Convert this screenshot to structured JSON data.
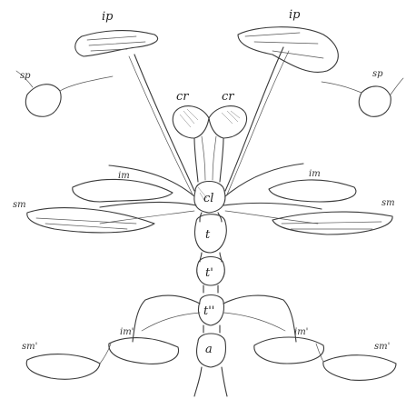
{
  "labels": {
    "ip_left": "ip",
    "ip_right": "ip",
    "sp_left": "sp",
    "sp_right": "sp",
    "cr_left": "cr",
    "cr_right": "cr",
    "im_left": "im",
    "im_right": "im",
    "sm_left": "sm",
    "sm_right": "sm",
    "cl": "cl",
    "t": "t",
    "t_prime": "t'",
    "t_double": "t''",
    "a": "a",
    "im1_left": "im'",
    "im1_right": "im'",
    "sm1_left": "sm'",
    "sm1_right": "sm'"
  }
}
